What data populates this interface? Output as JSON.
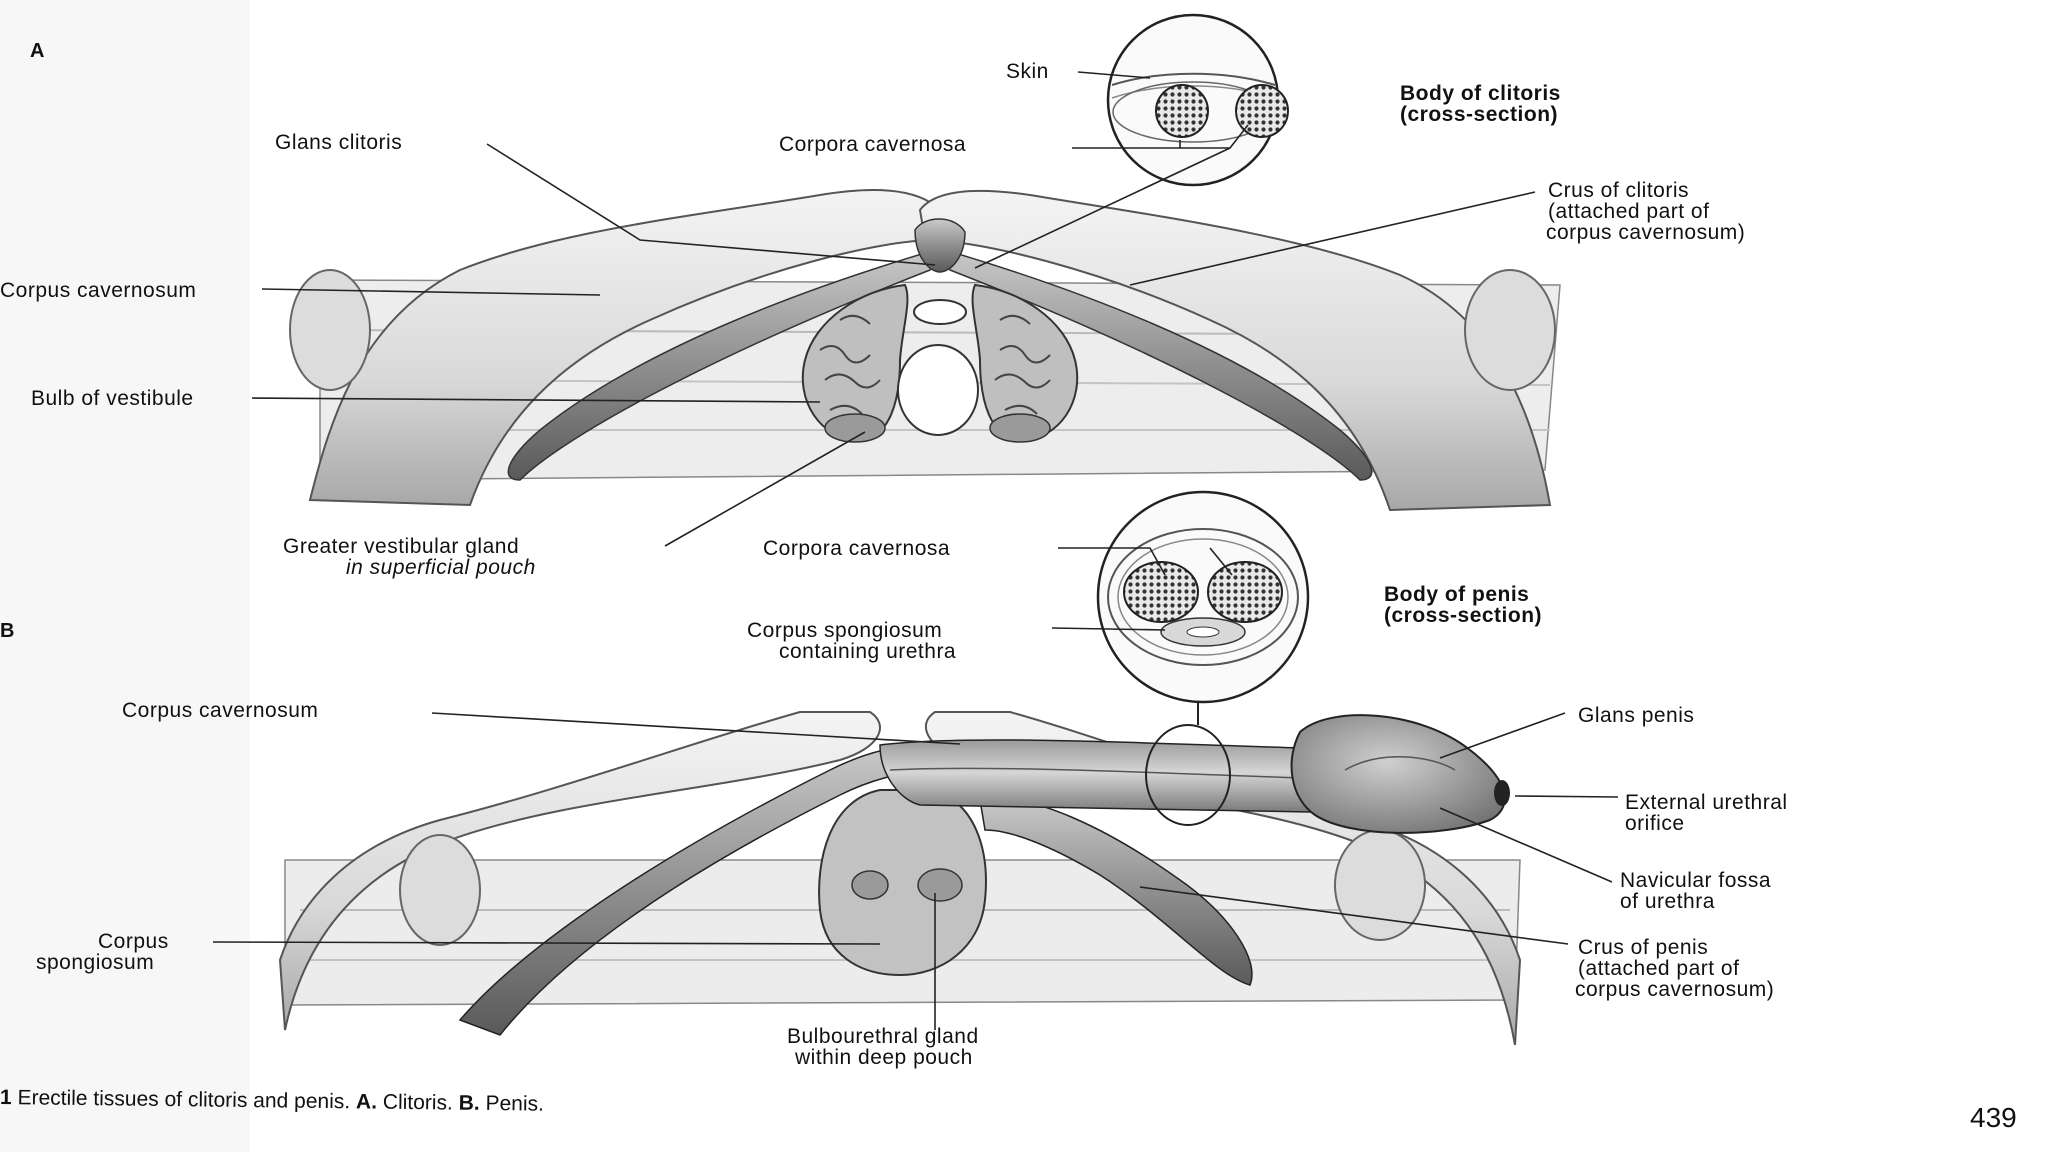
{
  "panel_a": "A",
  "panel_b": "B",
  "figure_number": "1",
  "caption": {
    "text": "Erectile tissues of clitoris and penis.",
    "part_a_letter": "A.",
    "part_a": "Clitoris.",
    "part_b_letter": "B.",
    "part_b": "Penis."
  },
  "page_number": "439",
  "clitoris": {
    "inset_title": [
      "Body of clitoris",
      "(cross-section)"
    ],
    "labels": {
      "skin": "Skin",
      "corpora_cavernosa": "Corpora cavernosa",
      "glans_clitoris": "Glans clitoris",
      "crus": [
        "Crus of clitoris",
        "(attached part of",
        "corpus cavernosum)"
      ],
      "corpus_cavernosum": "Corpus cavernosum",
      "bulb": "Bulb of vestibule",
      "greater_gland": [
        "Greater vestibular gland",
        "in superficial pouch"
      ]
    }
  },
  "penis": {
    "inset_title": [
      "Body of penis",
      "(cross-section)"
    ],
    "labels": {
      "corpora_cavernosa": "Corpora cavernosa",
      "corpus_spongiosum_urethra": [
        "Corpus spongiosum",
        "containing urethra"
      ],
      "corpus_cavernosum": "Corpus cavernosum",
      "glans": "Glans penis",
      "external_orifice": [
        "External urethral",
        "orifice"
      ],
      "navicular": [
        "Navicular fossa",
        "of urethra"
      ],
      "crus": [
        "Crus of penis",
        "(attached part of",
        "corpus cavernosum)"
      ],
      "corpus_spongiosum": [
        "Corpus",
        "spongiosum"
      ],
      "bulbourethral": [
        "Bulbourethral gland",
        "within deep pouch"
      ]
    }
  }
}
